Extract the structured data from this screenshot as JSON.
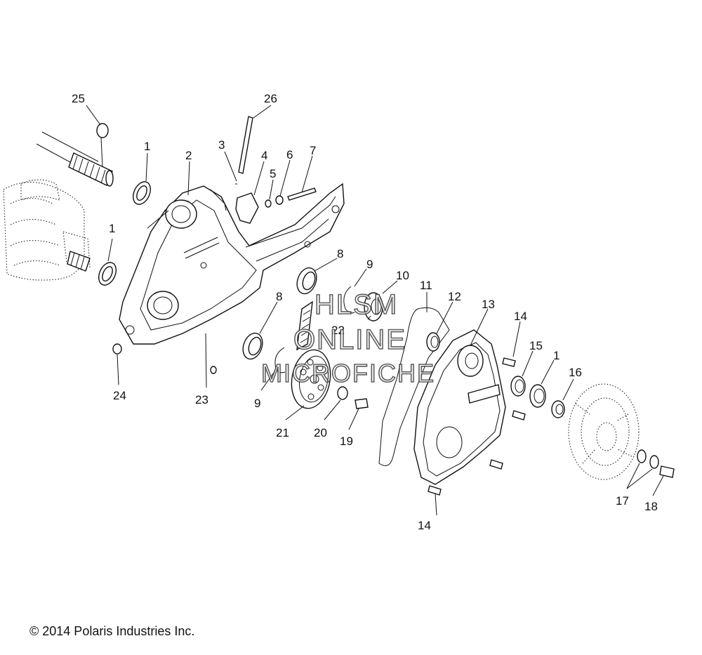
{
  "callouts": [
    "25",
    "26",
    "1",
    "2",
    "3",
    "4",
    "5",
    "6",
    "7",
    "1",
    "8",
    "9",
    "10",
    "11",
    "12",
    "13",
    "14",
    "22",
    "8",
    "15",
    "1",
    "16",
    "24",
    "23",
    "9",
    "21",
    "20",
    "19",
    "17",
    "18",
    "14"
  ],
  "watermark": {
    "line1": "HLSM",
    "line2": "ONLINE",
    "line3": "MICROFICHE"
  },
  "copyright": "© 2014 Polaris Industries Inc."
}
